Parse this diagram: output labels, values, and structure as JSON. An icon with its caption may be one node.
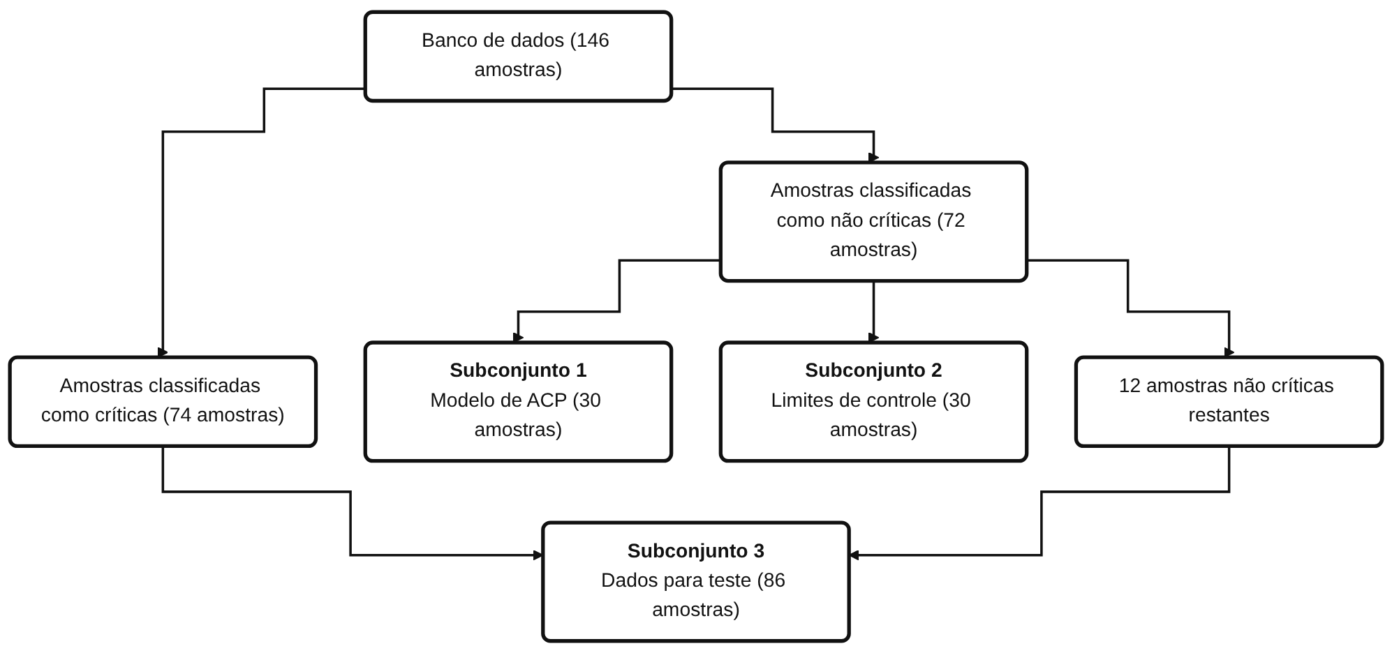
{
  "diagram": {
    "nodes": [
      {
        "text": [
          "Banco de dados (146 amostras)"
        ]
      },
      {
        "text": [
          "Amostras classificadas como não críticas (72 amostras)"
        ]
      },
      {
        "text": [
          "Amostras classificadas como críticas (74 amostras)"
        ]
      },
      {
        "text": [
          "Subconjunto 1",
          "Modelo de ACP (30 amostras)"
        ]
      },
      {
        "text": [
          "Subconjunto 2",
          "Limites de controle (30 amostras)"
        ]
      },
      {
        "text": [
          "12 amostras não críticas restantes"
        ]
      },
      {
        "text": [
          "Subconjunto 3",
          "Dados para teste (86 amostras)"
        ]
      }
    ],
    "edges": [
      {
        "from": 0,
        "to": 1,
        "arrow": "to"
      },
      {
        "from": 0,
        "to": 2,
        "arrow": "to"
      },
      {
        "from": 1,
        "to": 3,
        "arrow": "to"
      },
      {
        "from": 1,
        "to": 4,
        "arrow": "to"
      },
      {
        "from": 1,
        "to": 5,
        "arrow": "to"
      },
      {
        "from": 2,
        "to": 6,
        "arrow": "to"
      },
      {
        "from": 5,
        "to": 6,
        "arrow": "to"
      }
    ]
  }
}
